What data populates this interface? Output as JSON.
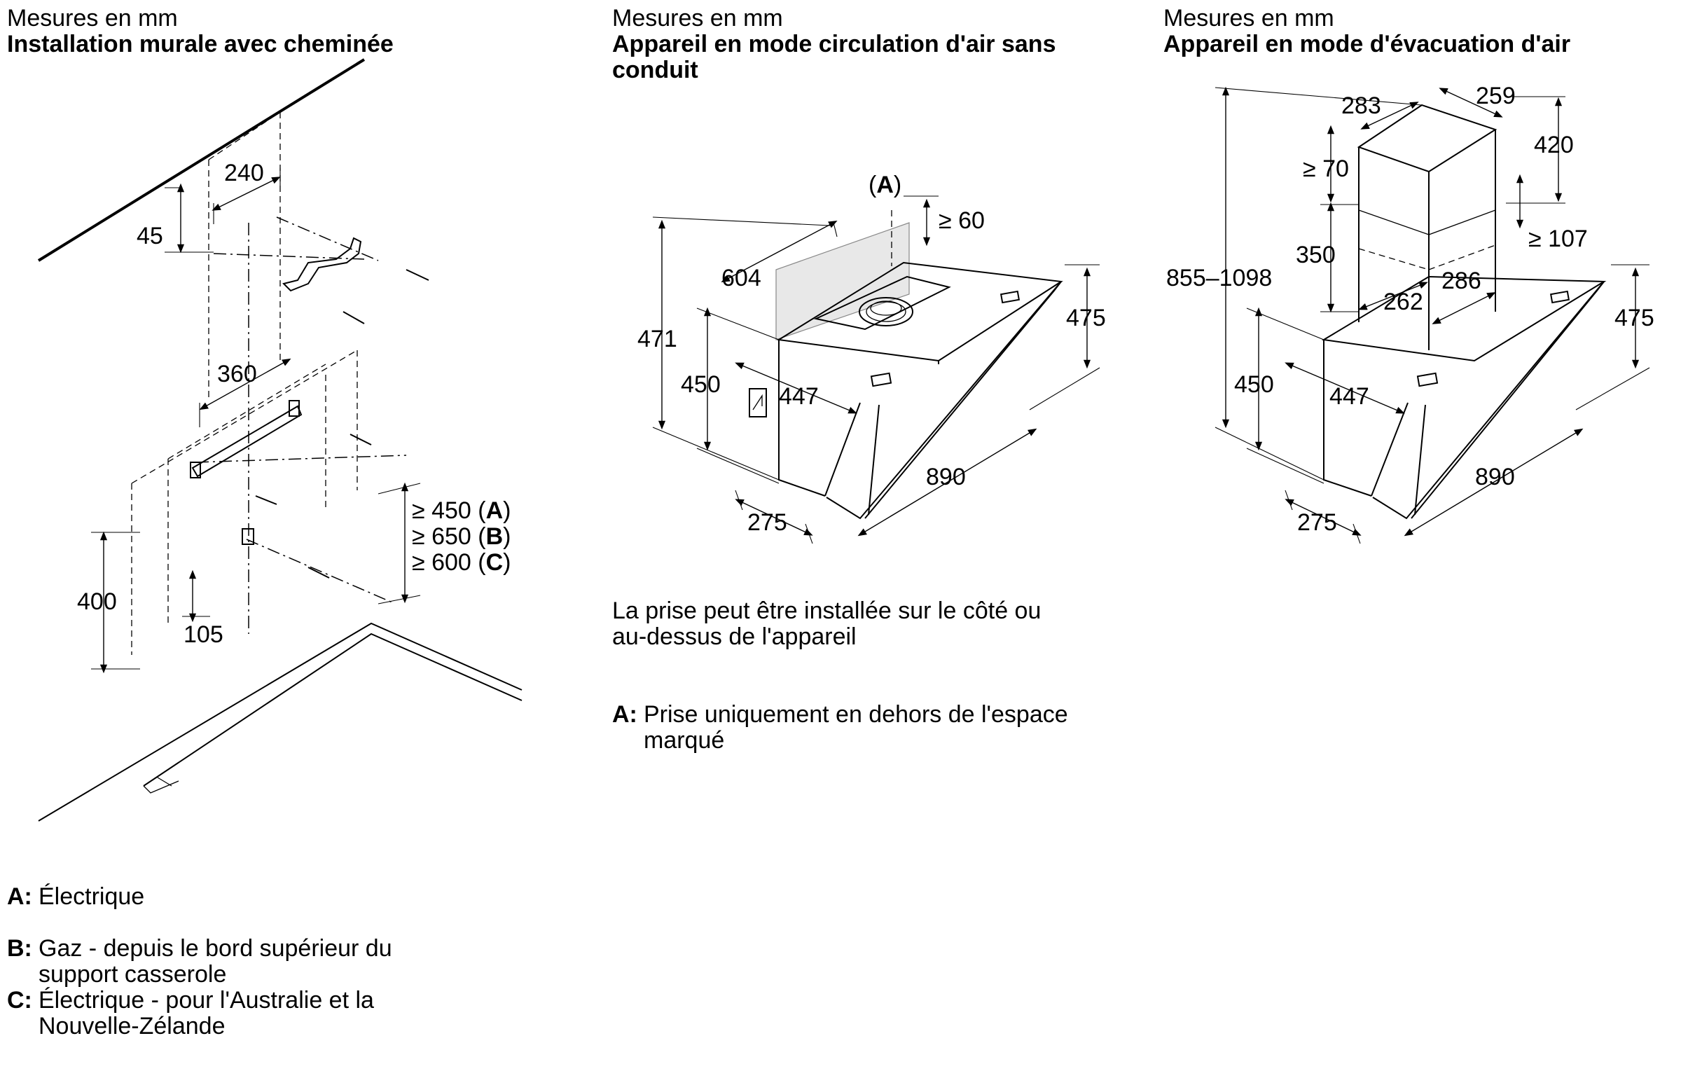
{
  "panels": [
    {
      "unit": "Mesures en mm",
      "title": "Installation murale avec cheminée"
    },
    {
      "unit": "Mesures en mm",
      "title_line1": "Appareil en mode circulation d'air sans",
      "title_line2": "conduit"
    },
    {
      "unit": "Mesures en mm",
      "title": "Appareil en mode d'évacuation d'air"
    }
  ],
  "wall_dims": {
    "d240": "240",
    "d45": "45",
    "d360": "360",
    "d400": "400",
    "d105": "105",
    "minA": "≥ 450 (",
    "minA_key": "A",
    "minB": "≥ 650 (",
    "minB_key": "B",
    "minC": "≥ 600 (",
    "minC_key": "C",
    "close": ")"
  },
  "recirc_dims": {
    "a_open": "(",
    "a_key": "A",
    "a_close": ")",
    "d60": "≥ 60",
    "d604": "604",
    "d471": "471",
    "d450": "450",
    "d447": "447",
    "d475": "475",
    "d890": "890",
    "d275": "275"
  },
  "exhaust_dims": {
    "d283": "283",
    "d259": "259",
    "d420": "420",
    "d70": "≥ 70",
    "d107": "≥ 107",
    "d350": "350",
    "d855": "855–1098",
    "d262": "262",
    "d286": "286",
    "d450": "450",
    "d447": "447",
    "d475": "475",
    "d890": "890",
    "d275": "275"
  },
  "notes": {
    "socket_line1": "La prise peut être installée sur le côté ou",
    "socket_line2": "au-dessus de l'appareil",
    "a_key": "A:",
    "a_line1": "Prise uniquement en dehors de l'espace",
    "a_line2": "marqué"
  },
  "legend": [
    {
      "key": "A:",
      "line1": "Électrique"
    },
    {
      "key": "B:",
      "line1": "Gaz - depuis le bord supérieur du",
      "line2": "support casserole"
    },
    {
      "key": "C:",
      "line1": "Électrique - pour l'Australie et la",
      "line2": "Nouvelle-Zélande"
    }
  ]
}
